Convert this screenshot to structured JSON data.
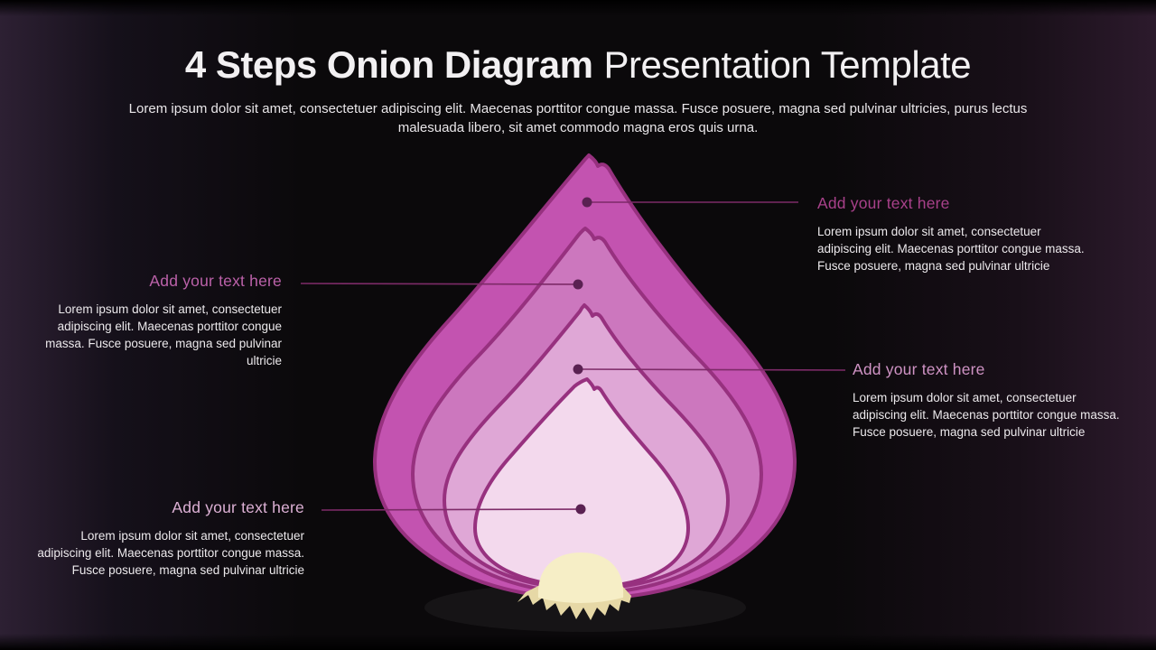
{
  "slide": {
    "title_bold": "4 Steps Onion Diagram",
    "title_regular": "Presentation Template",
    "subtitle": "Lorem ipsum dolor sit amet, consectetuer adipiscing elit. Maecenas porttitor congue massa. Fusce posuere, magna sed pulvinar ultricies, purus lectus malesuada libero, sit amet commodo magna eros quis urna."
  },
  "colors": {
    "background": "#0b090b",
    "background_edge_glow": "#2d2033",
    "title_text": "#f2f0f2",
    "body_text": "#ece9ec",
    "layer_stroke": "#97317f",
    "connector_line": "#7d2b68",
    "connector_dot": "#5a2152",
    "ground_shadow": "#161416"
  },
  "onion": {
    "type": "onion-diagram",
    "steps": 4,
    "layers": [
      {
        "label": "step-1-outermost",
        "fill": "#c353b0"
      },
      {
        "label": "step-2",
        "fill": "#cc77be"
      },
      {
        "label": "step-3",
        "fill": "#dfa7d6"
      },
      {
        "label": "step-4-core",
        "fill": "#f3d9ed"
      }
    ],
    "root": {
      "dome_fill": "#f6eec6",
      "fringe_fill": "#e6d8a6"
    }
  },
  "callouts": [
    {
      "heading": "Add your text here",
      "heading_color": "#a8418a",
      "body": "Lorem ipsum dolor sit amet, consectetuer adipiscing elit. Maecenas porttitor congue massa. Fusce posuere, magna sed pulvinar ultricie",
      "position": "top-right"
    },
    {
      "heading": "Add your text here",
      "heading_color": "#bb61a9",
      "body": "Lorem ipsum dolor sit amet, consectetuer adipiscing elit. Maecenas porttitor congue massa. Fusce posuere, magna sed pulvinar ultricie",
      "position": "middle-left"
    },
    {
      "heading": "Add your text here",
      "heading_color": "#cf93c4",
      "body": "Lorem ipsum dolor sit amet, consectetuer adipiscing elit. Maecenas porttitor congue massa. Fusce posuere, magna sed pulvinar ultricie",
      "position": "middle-right"
    },
    {
      "heading": "Add your text here",
      "heading_color": "#dcb0d4",
      "body": "Lorem ipsum dolor sit amet, consectetuer adipiscing elit. Maecenas porttitor congue massa. Fusce posuere, magna sed pulvinar ultricie",
      "position": "bottom-left"
    }
  ]
}
